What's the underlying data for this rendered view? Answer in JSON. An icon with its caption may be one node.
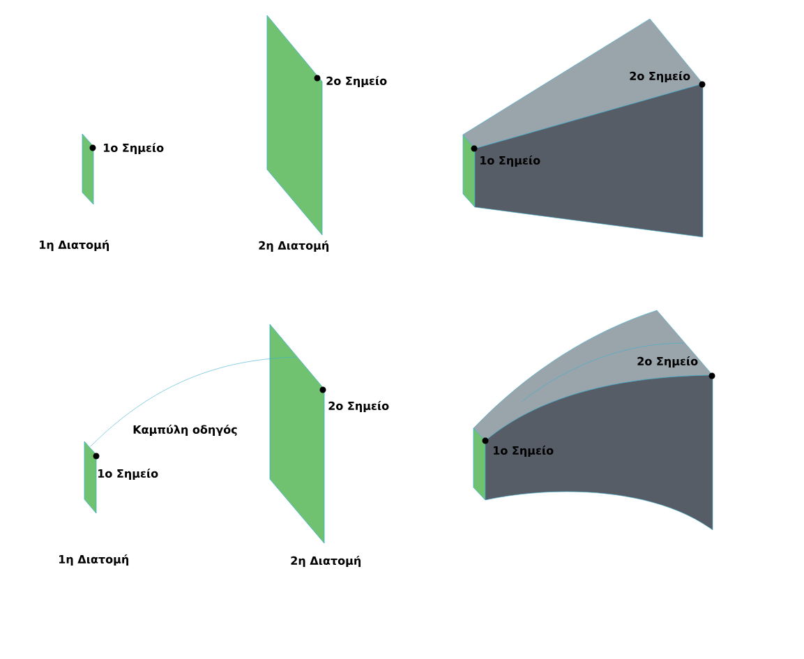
{
  "diagram": {
    "labels": [
      "2ο Σημείο",
      "2ο Σημείο",
      "1ο Σημείο",
      "1ο Σημείο",
      "1η Διατομή",
      "2η Διατομή",
      "2ο Σημείο",
      "2ο Σημείο",
      "Καμπύλη οδηγός",
      "1ο Σημείο",
      "1ο Σημείο",
      "1η Διατομή",
      "2η Διατομή"
    ]
  }
}
